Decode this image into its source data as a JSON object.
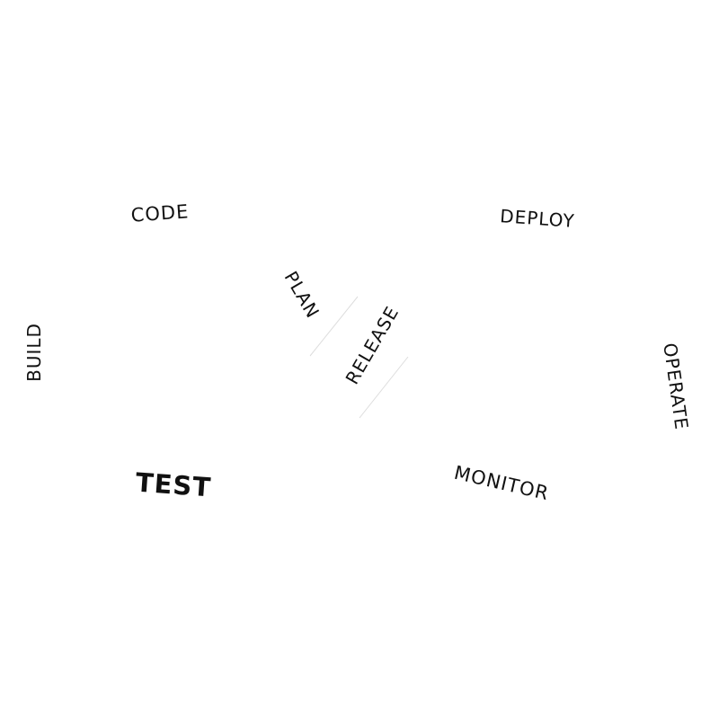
{
  "diagram": {
    "type": "devops-infinity-loop",
    "stages": {
      "code": "CODE",
      "deploy": "DEPLOY",
      "plan": "PLAN",
      "release": "RELEASE",
      "build": "BUILD",
      "operate": "OPERATE",
      "test": "TEST",
      "monitor": "MONITOR"
    },
    "colors": {
      "text": "#111111",
      "divider": "#dddddd",
      "background": "#ffffff"
    }
  }
}
